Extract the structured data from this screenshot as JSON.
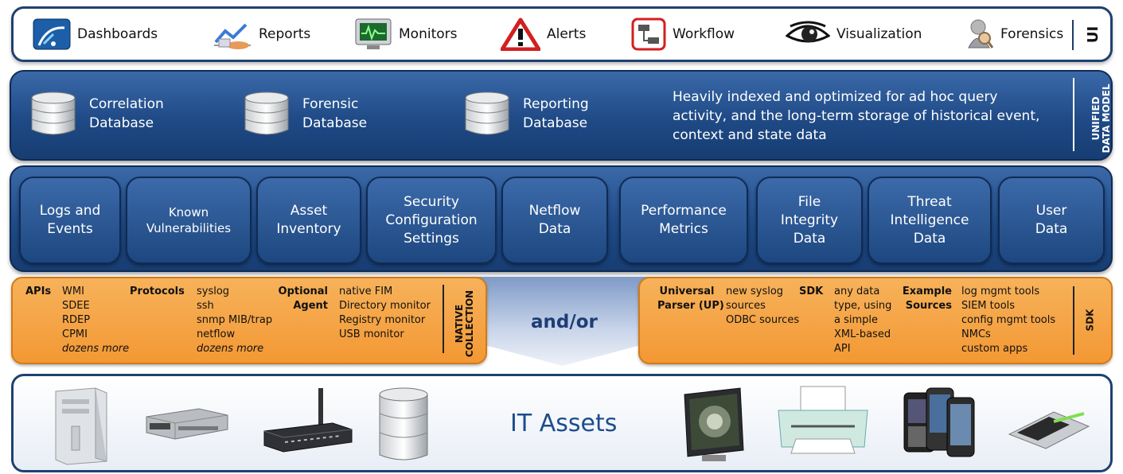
{
  "nav": {
    "items": [
      {
        "label": "Dashboards",
        "icon": "dashboard-icon"
      },
      {
        "label": "Reports",
        "icon": "reports-icon"
      },
      {
        "label": "Monitors",
        "icon": "monitor-icon"
      },
      {
        "label": "Alerts",
        "icon": "alert-icon"
      },
      {
        "label": "Workflow",
        "icon": "workflow-icon"
      },
      {
        "label": "Visualization",
        "icon": "eye-icon"
      },
      {
        "label": "Forensics",
        "icon": "forensics-icon"
      }
    ],
    "end_label": "UI"
  },
  "data_model": {
    "databases": [
      {
        "line1": "Correlation",
        "line2": "Database"
      },
      {
        "line1": "Forensic",
        "line2": "Database"
      },
      {
        "line1": "Reporting",
        "line2": "Database"
      }
    ],
    "description": "Heavily indexed and optimized for ad hoc query activity, and the long-term storage of historical event, context and state data",
    "side_label_1": "UNIFIED",
    "side_label_2": "DATA MODEL"
  },
  "sources": [
    {
      "line1": "Logs and",
      "line2": "Events"
    },
    {
      "line1": "Known",
      "line2": "Vulnerabilities"
    },
    {
      "line1": "Asset",
      "line2": "Inventory"
    },
    {
      "line1": "Security",
      "line2": "Configuration",
      "line3": "Settings"
    },
    {
      "line1": "Netflow",
      "line2": "Data"
    },
    {
      "line1": "Performance",
      "line2": "Metrics"
    },
    {
      "line1": "File",
      "line2": "Integrity",
      "line3": "Data"
    },
    {
      "line1": "Threat",
      "line2": "Intelligence",
      "line3": "Data"
    },
    {
      "line1": "User",
      "line2": "Data"
    }
  ],
  "native": {
    "apis_label": "APIs",
    "apis": [
      "WMI",
      "SDEE",
      "RDEP",
      "CPMI"
    ],
    "apis_more": "dozens more",
    "protocols_label": "Protocols",
    "protocols": [
      "syslog",
      "ssh",
      "snmp MIB/trap",
      "netflow"
    ],
    "protocols_more": "dozens more",
    "agent_label_1": "Optional",
    "agent_label_2": "Agent",
    "agent": [
      "native FIM",
      "Directory monitor",
      "Registry monitor",
      "USB monitor"
    ],
    "side_label_1": "NATIVE",
    "side_label_2": "COLLECTION"
  },
  "andor": "and/or",
  "sdk": {
    "up_label_1": "Universal",
    "up_label_2": "Parser (UP)",
    "up": [
      "new syslog",
      "sources",
      "ODBC sources"
    ],
    "sdk_label": "SDK",
    "sdk_text": [
      "any data",
      "type, using",
      "a simple",
      "XML-based",
      "API"
    ],
    "example_label_1": "Example",
    "example_label_2": "Sources",
    "examples": [
      "log mgmt tools",
      "SIEM tools",
      "config mgmt tools",
      "NMCs",
      "custom apps"
    ],
    "side_label": "SDK"
  },
  "assets": {
    "title": "IT Assets"
  },
  "colors": {
    "band": "#1f4a86",
    "orange": "#f5a443",
    "title_blue": "#1d4c8c"
  }
}
